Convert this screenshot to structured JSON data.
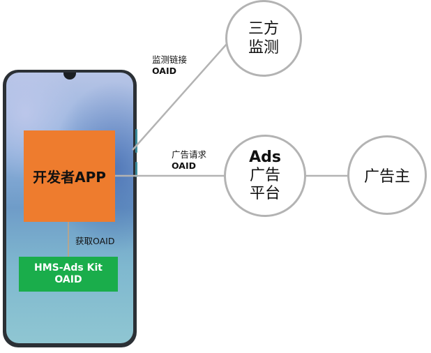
{
  "phone": {
    "app_label": "开发者APP",
    "get_oaid_label": "获取OAID",
    "kit_line1": "HMS-Ads Kit",
    "kit_line2": "OAID"
  },
  "edges": {
    "monitor_link_line1": "监测链接",
    "monitor_link_line2": "OAID",
    "ad_request_line1": "广告请求",
    "ad_request_line2": "OAID"
  },
  "nodes": {
    "third_party_line1": "三方",
    "third_party_line2": "监测",
    "ads_line1": "Ads",
    "ads_line2": "广告",
    "ads_line3": "平台",
    "advertiser": "广告主"
  },
  "colors": {
    "app_box": "#ee7c2e",
    "kit_box": "#1aad4b",
    "circle_border": "#b3b3b3",
    "connector": "#b3b3b3"
  }
}
